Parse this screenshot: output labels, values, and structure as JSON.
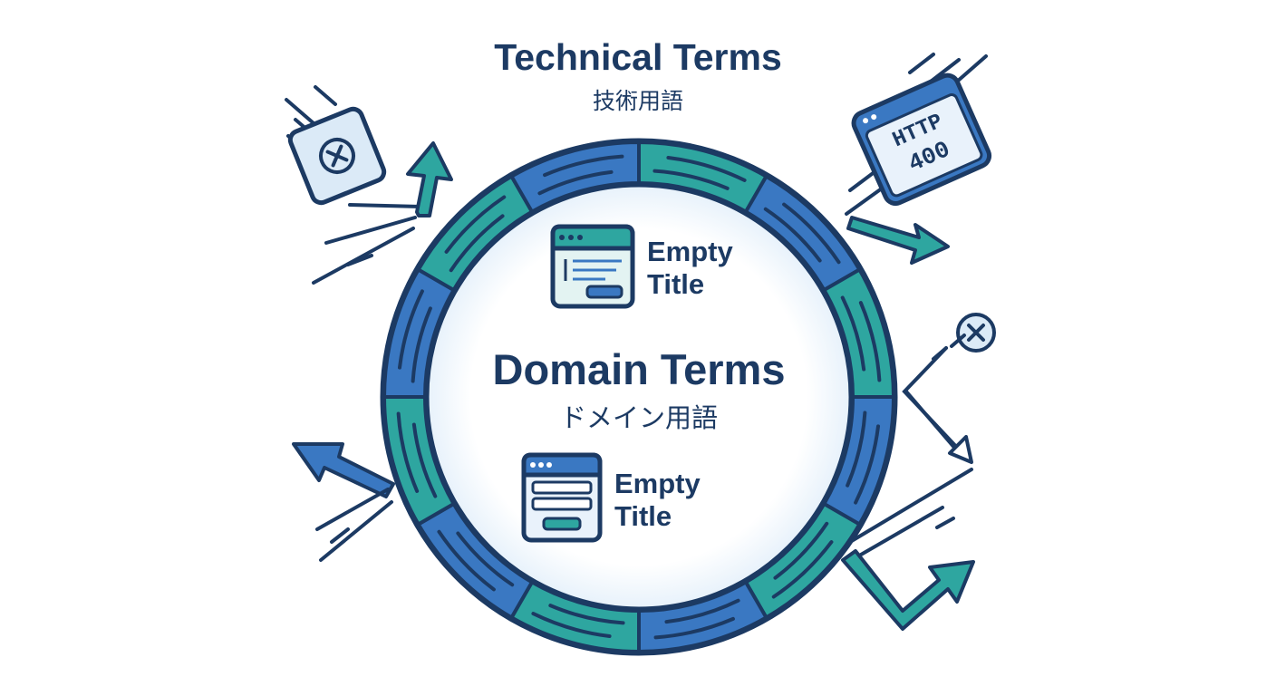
{
  "colors": {
    "navy": "#1c3a63",
    "blue": "#3a78c2",
    "teal": "#2ea6a0",
    "light_blue": "#dbeaf7",
    "light_teal": "#d6efee"
  },
  "technical": {
    "title": "Technical Terms",
    "subtitle": "技術用語"
  },
  "domain": {
    "title": "Domain Terms",
    "subtitle": "ドメイン用語"
  },
  "cards": [
    {
      "icon": "browser-window-icon",
      "line1": "Empty",
      "line2": "Title"
    },
    {
      "icon": "form-window-icon",
      "line1": "Empty",
      "line2": "Title"
    }
  ],
  "http_badge": {
    "icon": "http-window-icon",
    "line1": "HTTP",
    "line2": "400"
  },
  "icons": [
    "error-box-icon",
    "error-circle-icon",
    "arrow-up-icon",
    "arrow-right-icon",
    "arrow-left-icon",
    "arrow-down-icon",
    "arrow-up-right-icon"
  ]
}
